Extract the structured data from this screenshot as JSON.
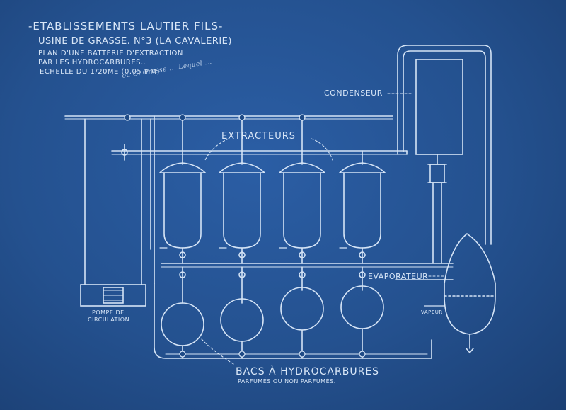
{
  "title_block": {
    "company": "-ETABLISSEMENTS LAUTIER FILS-",
    "factory": "USINE DE GRASSE. N°3 (LA CAVALERIE)",
    "plan_line1": "PLAN D'UNE BATTERIE D'EXTRACTION",
    "plan_line2": "PAR LES HYDROCARBURES..",
    "scale": "ECHELLE DU 1/20ME (0.05 P.M)",
    "signature": "ou G. Grasse ... Lequel ..."
  },
  "labels": {
    "condenser": "CONDENSEUR",
    "extractors": "EXTRACTEURS",
    "evaporator": "EVAPORATEUR",
    "steam": "VAPEUR",
    "pump_line1": "POMPE DE",
    "pump_line2": "CIRCULATION",
    "tanks": "BACS À HYDROCARBURES",
    "tanks_sub": "PARFUMÉS OU NON PARFUMÉS."
  },
  "colors": {
    "paper": "#24518f",
    "line": "#d8e6f7"
  }
}
